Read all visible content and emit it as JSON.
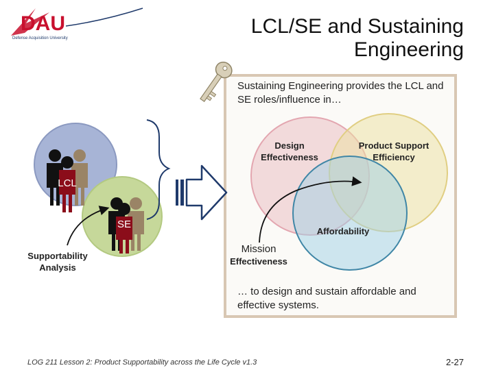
{
  "logo": {
    "text": "DAU",
    "caption": "Defense Acquisition University"
  },
  "slide": {
    "title": "LCL/SE and Sustaining Engineering"
  },
  "intro_text": "Sustaining Engineering provides the LCL and SE roles/influence in…",
  "outro_text": "… to design and sustain affordable and effective systems.",
  "venn": {
    "design": {
      "line1": "Design",
      "line2": "Effectiveness"
    },
    "product_support": {
      "line1": "Product Support",
      "line2": "Efficiency"
    },
    "affordability": "Affordability",
    "mission": {
      "line1": "Mission",
      "line2": "Effectiveness"
    }
  },
  "roles": {
    "lcl": "LCL",
    "se": "SE"
  },
  "supportability": {
    "line1": "Supportability",
    "line2": "Analysis"
  },
  "footer": {
    "course": "LOG 211 Lesson 2: Product Supportability across the Life Cycle",
    "version": "v1.3"
  },
  "page_number": "2-27",
  "colors": {
    "lcl_circle": "#a7b4d6",
    "se_circle": "#c6d89a",
    "design_circle": "#e9b9c0",
    "product_support_circle": "#ecdfa0",
    "affordability_circle": "#9fd0e6",
    "frame_border": "#d8c7b3",
    "logo_red": "#c8102e"
  },
  "icons": [
    "dau-logo-icon",
    "key-icon",
    "people-group-icon",
    "arrow-right-icon",
    "curly-brace-icon"
  ]
}
